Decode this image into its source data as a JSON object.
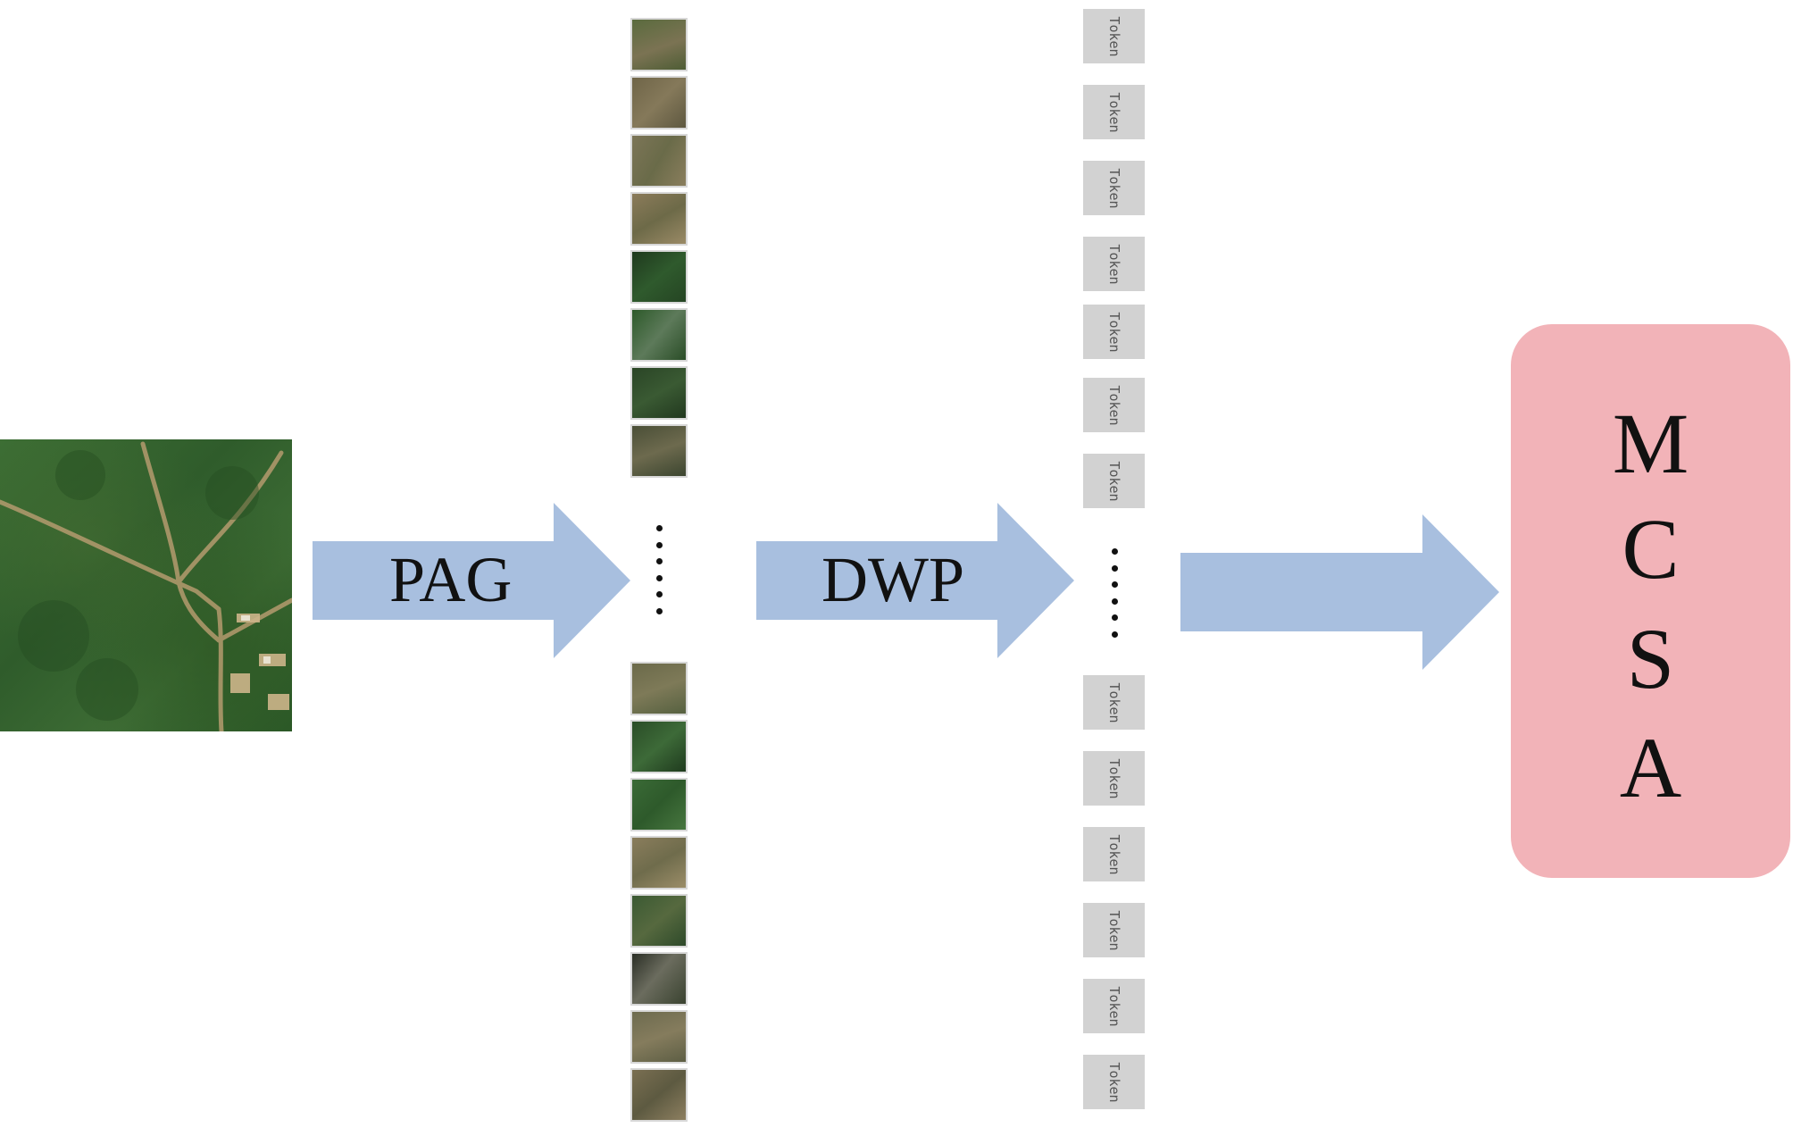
{
  "diagram": {
    "arrows": [
      {
        "id": "pag",
        "label": "PAG"
      },
      {
        "id": "dwp",
        "label": "DWP"
      },
      {
        "id": "to-mcsa",
        "label": ""
      }
    ],
    "token_label": "Token",
    "block": {
      "letters": [
        "M",
        "C",
        "S",
        "A"
      ]
    },
    "colors": {
      "arrow": "#a8bfdf",
      "block": "#f2b3b8",
      "token": "#d2d2d2",
      "text": "#111111"
    }
  }
}
